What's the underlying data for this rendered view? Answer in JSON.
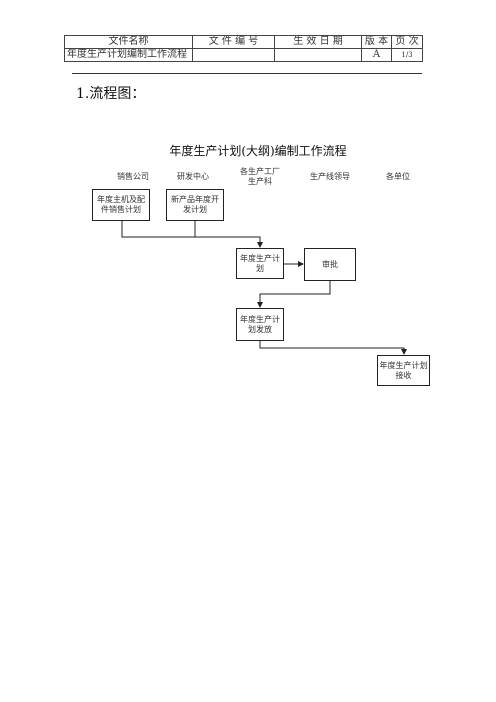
{
  "header": {
    "col_name": "文件名称",
    "col_number": "文 件 编 号",
    "col_date": "生 效 日 期",
    "col_version": "版 本",
    "col_page": "页 次",
    "val_name": "年度生产计划编制工作流程",
    "val_number": "",
    "val_date": "",
    "val_version": "A",
    "val_page": "1/3"
  },
  "section_title": "1.流程图：",
  "flowchart": {
    "title": "年度生产计划(大纲)编制工作流程",
    "lanes": [
      "销售公司",
      "研发中心",
      "各生产工厂生产科",
      "生产线领导",
      "各单位"
    ],
    "boxes": {
      "sales_plan": "年度主机及配件销售计划",
      "rd_plan": "新产品年度开发计划",
      "production_plan": "年度生产计划",
      "approval": "审批",
      "plan_issue": "年度生产计划发放",
      "plan_receive": "年度生产计划接收"
    }
  }
}
